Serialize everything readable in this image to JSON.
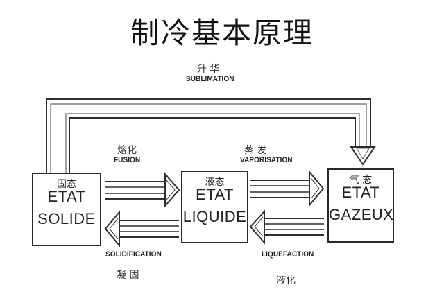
{
  "title": "制冷基本原理",
  "states": {
    "solid": {
      "cn": "固态",
      "line1": "ETAT",
      "line2": "SOLIDE"
    },
    "liquid": {
      "cn": "液态",
      "line1": "ETAT",
      "line2": "LIQUIDE"
    },
    "gas": {
      "cn": "气 态",
      "line1": "ETAT",
      "line2": "GAZEUX"
    }
  },
  "transitions": {
    "sublimation": {
      "cn": "升 华",
      "en": "SUBLIMATION"
    },
    "fusion": {
      "cn": "熔化",
      "en": "FUSION"
    },
    "solidification": {
      "cn": "凝 固",
      "en": "SOLIDIFICATION"
    },
    "vaporisation": {
      "cn": "蒸 发",
      "en": "VAPORISATION"
    },
    "liquefaction": {
      "cn": "液化",
      "en": "LIQUEFACTION"
    }
  }
}
